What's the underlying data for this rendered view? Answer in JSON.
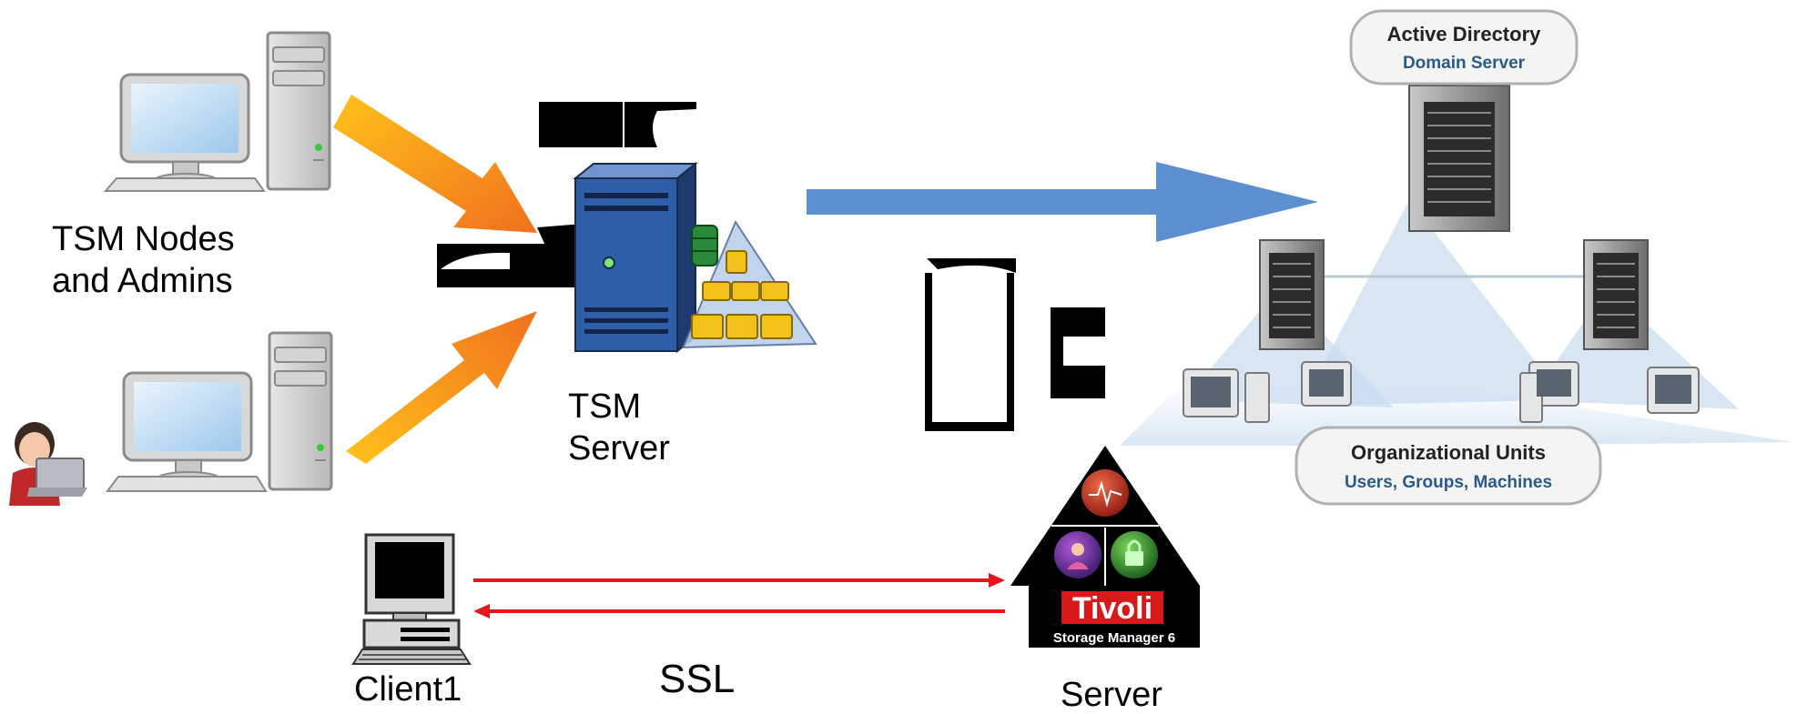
{
  "labels": {
    "tsm_nodes": "TSM Nodes\nand Admins",
    "tsm_server": "TSM\nServer",
    "client1": "Client1",
    "ssl": "SSL",
    "server": "Server"
  },
  "active_directory": {
    "title": "Active Directory",
    "subtitle": "Domain Server",
    "ou_title": "Organizational Units",
    "ou_subtitle": "Users, Groups, Machines"
  },
  "tivoli": {
    "logo": "Tivoli",
    "product": "Storage Manager 6"
  },
  "colors": {
    "orange_arrow": "#f7931e",
    "blue_arrow": "#5b8fd0",
    "ssl_arrow": "#e8161b",
    "tsm_server_blue": "#2e5fa8"
  }
}
